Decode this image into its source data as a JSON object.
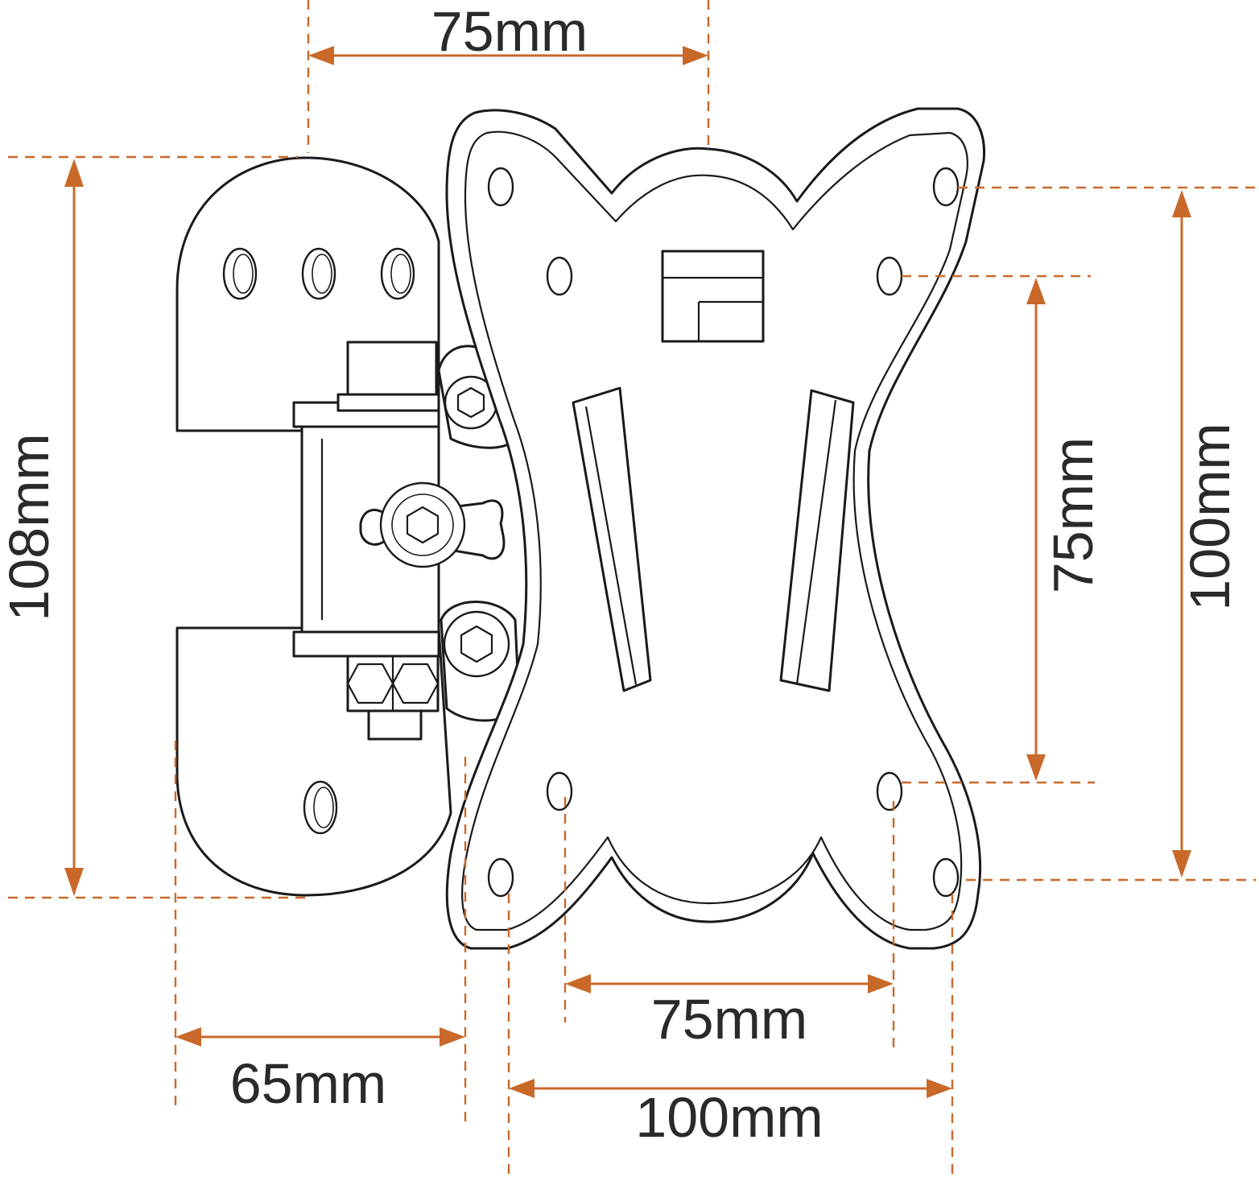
{
  "colors": {
    "dimension": "#c8692a",
    "outline": "#1a1a1a",
    "label": "#2a2a2a"
  },
  "dimensions": {
    "top_width": "75mm",
    "left_height": "108mm",
    "right_inner_height": "75mm",
    "right_outer_height": "100mm",
    "bottom_inner_width": "75mm",
    "bottom_outer_width": "100mm",
    "wall_plate_width": "65mm"
  }
}
